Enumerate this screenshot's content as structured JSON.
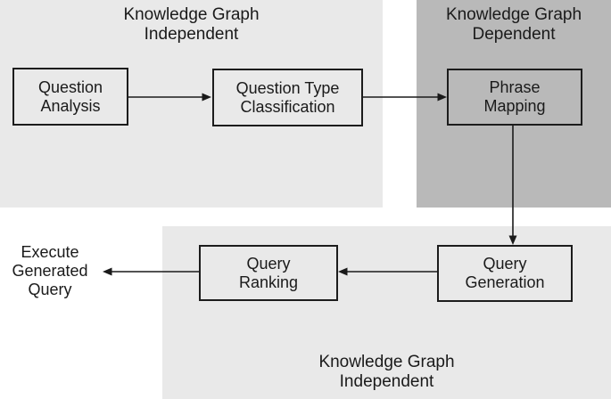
{
  "diagram": {
    "regions": {
      "top_independent": {
        "title": "Knowledge Graph\nIndependent"
      },
      "top_dependent": {
        "title": "Knowledge Graph\nDependent"
      },
      "bottom_independent": {
        "title": "Knowledge Graph\nIndependent"
      }
    },
    "nodes": {
      "question_analysis": {
        "label": "Question\nAnalysis"
      },
      "question_type_classification": {
        "label": "Question Type\nClassification"
      },
      "phrase_mapping": {
        "label": "Phrase\nMapping"
      },
      "query_generation": {
        "label": "Query\nGeneration"
      },
      "query_ranking": {
        "label": "Query\nRanking"
      },
      "execute_generated_query": {
        "label": "Execute\nGenerated\nQuery"
      }
    },
    "edges": [
      {
        "from": "Question Analysis",
        "to": "Question Type Classification"
      },
      {
        "from": "Question Type Classification",
        "to": "Phrase Mapping"
      },
      {
        "from": "Phrase Mapping",
        "to": "Query Generation"
      },
      {
        "from": "Query Generation",
        "to": "Query Ranking"
      },
      {
        "from": "Query Ranking",
        "to": "Execute Generated Query"
      }
    ],
    "colors": {
      "region_light": "#e9e9e9",
      "region_dark": "#b9b9b9",
      "line": "#1a1a1a",
      "background": "#ffffff"
    }
  }
}
